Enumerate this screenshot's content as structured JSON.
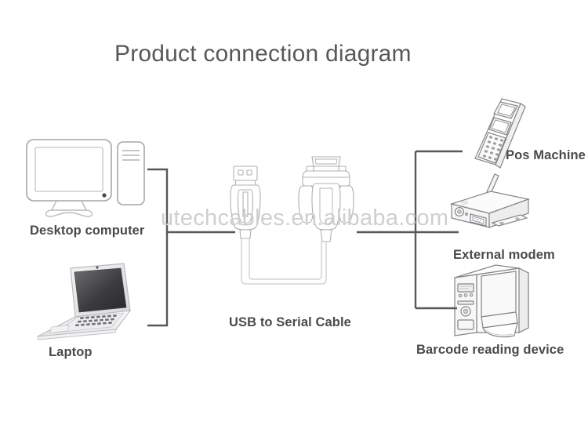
{
  "page": {
    "title": "Product connection diagram",
    "background_color": "#ffffff",
    "title_color": "#58585a",
    "label_color": "#4a4a4c",
    "line_color": "#58585a",
    "art_stroke_color": "#9a9a9e"
  },
  "watermark": {
    "text": "utechcables.en.alibaba.com",
    "color": "#cfcfd1"
  },
  "sources": [
    {
      "id": "desktop-computer",
      "label": "Desktop computer",
      "icon": "desktop-computer-icon"
    },
    {
      "id": "laptop",
      "label": "Laptop",
      "icon": "laptop-icon"
    }
  ],
  "center": {
    "label": "USB to Serial Cable",
    "connectors": [
      {
        "id": "usb-connector",
        "icon": "usb-type-a-connector-icon"
      },
      {
        "id": "serial-connector",
        "icon": "db9-serial-connector-icon"
      }
    ]
  },
  "targets": [
    {
      "id": "pos-machine",
      "label": "Pos Machine",
      "icon": "pos-machine-icon"
    },
    {
      "id": "external-modem",
      "label": "External modem",
      "icon": "external-modem-icon"
    },
    {
      "id": "barcode-reading-device",
      "label": "Barcode reading device",
      "icon": "barcode-printer-icon"
    }
  ],
  "connectors": {
    "left_bracket": "left-bracket-connector",
    "right_bracket": "right-bracket-connector"
  }
}
